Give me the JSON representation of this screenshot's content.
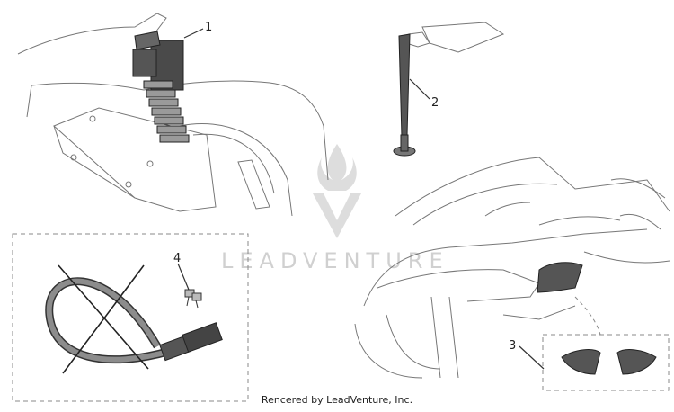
{
  "callouts": {
    "c1": "1",
    "c2": "2",
    "c3": "3",
    "c4": "4"
  },
  "watermark": {
    "text": "LEADVENTURE"
  },
  "footer": {
    "credit": "Rencered by LeadVenture, Inc."
  },
  "colors": {
    "line": "#777777",
    "dark_part": "#333333",
    "watermark": "#d0d0d0",
    "dashed_box": "#888888"
  }
}
